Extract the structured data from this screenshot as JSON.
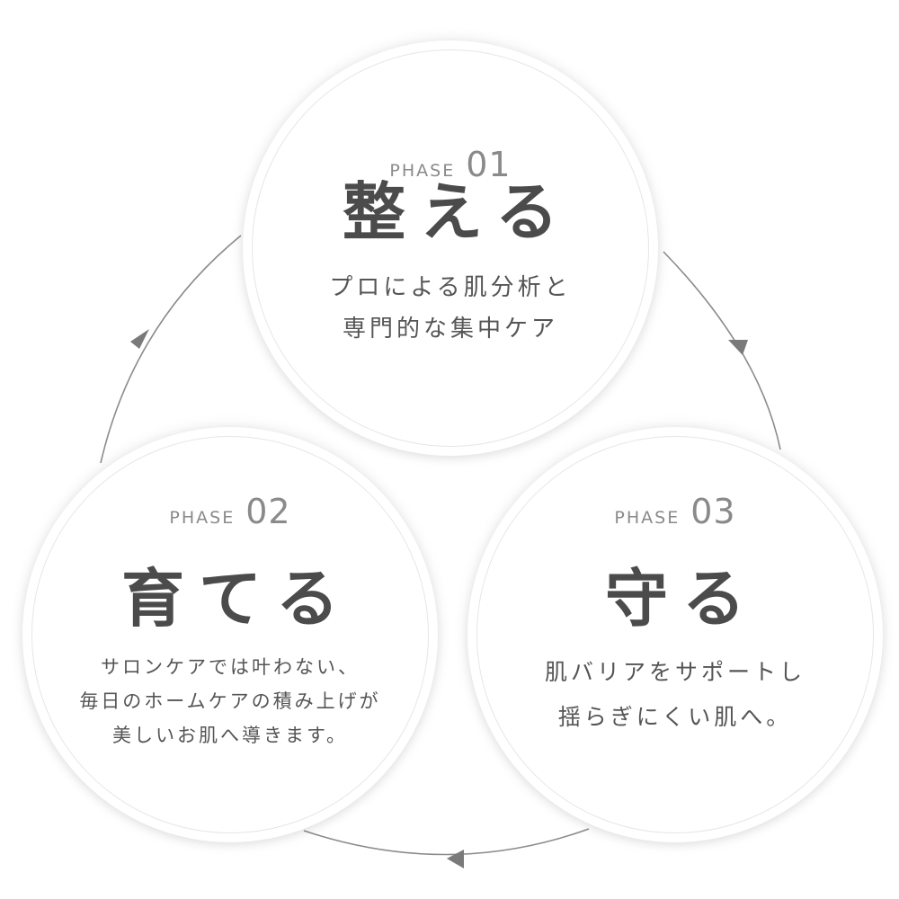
{
  "colors": {
    "background": "#ffffff",
    "arc": "#8c8c8c",
    "arrow": "#7a7a7a",
    "title": "#4b4b4b",
    "phase": "#8a8a8a",
    "text": "#555555"
  },
  "phases": [
    {
      "label": "PHASE",
      "number": "01",
      "title": "整える",
      "lines": [
        "プロによる肌分析と",
        "専門的な集中ケア"
      ]
    },
    {
      "label": "PHASE",
      "number": "02",
      "title": "育てる",
      "lines": [
        "サロンケアでは叶わない、",
        "毎日のホームケアの積み上げが",
        "美しいお肌へ導きます。"
      ]
    },
    {
      "label": "PHASE",
      "number": "03",
      "title": "守る",
      "lines": [
        "肌バリアをサポートし",
        "揺らぎにくい肌へ。"
      ]
    }
  ]
}
